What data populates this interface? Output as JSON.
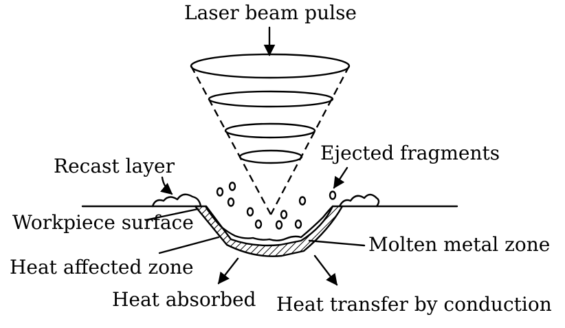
{
  "labels": {
    "laser_beam_pulse": "Laser beam pulse",
    "ejected_fragments": "Ejected fragments",
    "recast_layer": "Recast layer",
    "workpiece_surface": "Workpiece surface",
    "molten_metal_zone": "Molten metal zone",
    "heat_affected_zone": "Heat affected zone",
    "heat_absorbed": "Heat absorbed",
    "heat_transfer_by_conduction": "Heat transfer by conduction"
  }
}
